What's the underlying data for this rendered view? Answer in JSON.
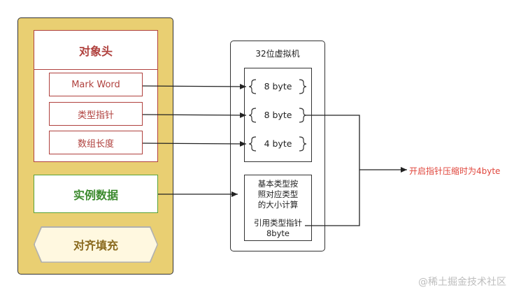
{
  "object_layout": {
    "header": {
      "title": "对象头",
      "fields": [
        "Mark Word",
        "类型指针",
        "数组长度"
      ]
    },
    "instance_data": "实例数据",
    "padding": "对齐填充"
  },
  "vm": {
    "title": "32位虚拟机",
    "header_sizes": [
      "8 byte",
      "8 byte",
      "4 byte"
    ],
    "instance_note": [
      "基本类型按",
      "照对应类型",
      "的大小计算"
    ],
    "reference_note": [
      "引用类型指针",
      "8byte"
    ]
  },
  "compression_note": "开启指针压缩时为4byte",
  "watermark": "@稀土掘金技术社区",
  "colors": {
    "container": "#e9cf72",
    "header_red": "#b0413e",
    "instance_green": "#58a238",
    "note_red": "#e0463c"
  }
}
